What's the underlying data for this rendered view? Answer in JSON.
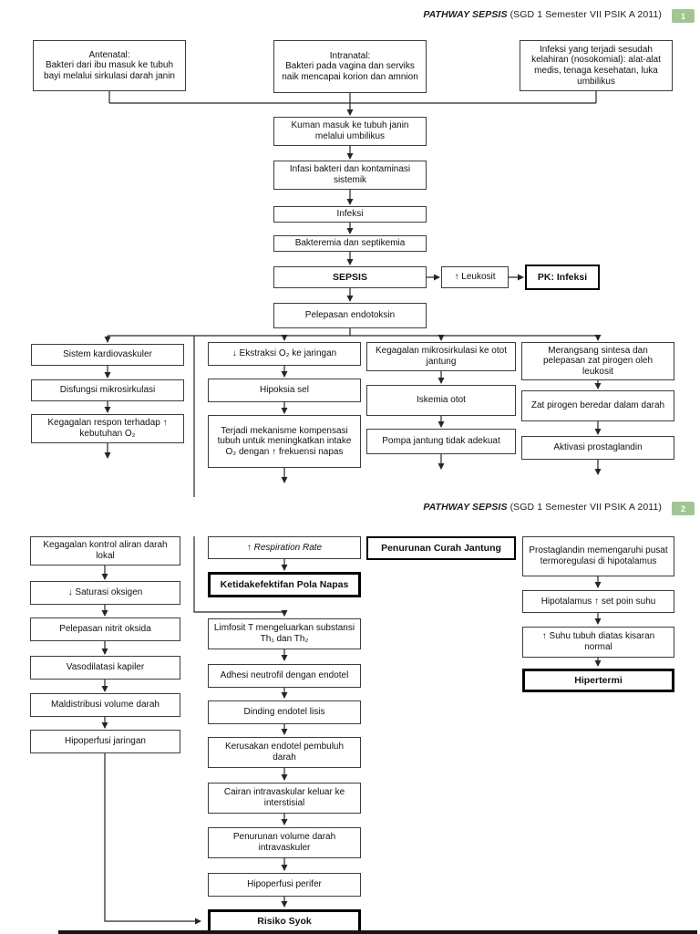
{
  "colors": {
    "badge_green": "#a0c694",
    "line": "#262626"
  },
  "page1": {
    "header": {
      "title": "PATHWAY SEPSIS",
      "subtitle": " (SGD 1 Semester VII PSIK A 2011)",
      "page_number": "1"
    },
    "sources": [
      {
        "label": "Antenatal:\nBakteri dari ibu masuk ke tubuh bayi melalui sirkulasi darah janin"
      },
      {
        "label": "Intranatal:\nBakteri pada vagina dan serviks naik mencapai korion dan amnion"
      },
      {
        "label": "Infeksi yang terjadi sesudah kelahiran (nosokomial): alat-alat medis, tenaga kesehatan, luka umbilikus"
      }
    ],
    "chain": [
      "Kuman masuk ke tubuh janin melalui umbilikus",
      "Infasi bakteri dan kontaminasi sistemik",
      "Infeksi",
      "Bakteremia dan septikemia"
    ],
    "sepsis_row": {
      "sepsis": "SEPSIS",
      "leukosit": "↑ Leukosit",
      "pk": "PK: Infeksi"
    },
    "endotoksin": "Pelepasan endotoksin",
    "columns": {
      "cardio": [
        "Sistem kardiovaskuler",
        "Disfungsi mikrosirkulasi",
        "Kegagalan respon terhadap ↑ kebutuhan O₂"
      ],
      "oxygen": [
        "↓ Ekstraksi O₂ ke jaringan",
        "Hipoksia sel",
        "Terjadi mekanisme kompensasi tubuh untuk meningkatkan intake O₂ dengan ↑ frekuensi napas"
      ],
      "heart": [
        "Kegagalan mikrosirkulasi ke otot jantung",
        "Iskemia otot",
        "Pompa jantung tidak adekuat"
      ],
      "pyrogen": [
        "Merangsang sintesa dan pelepasan zat pirogen oleh leukosit",
        "Zat pirogen beredar dalam darah",
        "Aktivasi prostaglandin"
      ]
    }
  },
  "page2": {
    "header": {
      "title": "PATHWAY SEPSIS",
      "subtitle": " (SGD 1 Semester VII PSIK A 2011)",
      "page_number": "2"
    },
    "flow_left": [
      "Kegagalan kontrol aliran darah lokal",
      "↓ Saturasi oksigen",
      "Pelepasan nitrit oksida",
      "Vasodilatasi kapiler",
      "Maldistribusi volume darah",
      "Hipoperfusi jaringan"
    ],
    "breathing": {
      "respiration": "↑ Respiration Rate",
      "diagnosis": "Ketidakefektifan Pola Napas"
    },
    "flow_center": [
      "Limfosit T mengeluarkan substansi Th₁ dan Th₂",
      "Adhesi neutrofil dengan endotel",
      "Dinding endotel lisis",
      "Kerusakan endotel pembuluh darah",
      "Cairan intravaskular keluar ke interstisial",
      "Penurunan volume darah intravaskuler",
      "Hipoperfusi perifer"
    ],
    "risiko": "Risiko Syok",
    "curah": "Penurunan Curah Jantung",
    "flow_right": [
      "Prostaglandin memengaruhi pusat termoregulasi di hipotalamus",
      "Hipotalamus ↑ set poin suhu",
      "↑ Suhu tubuh diatas kisaran normal"
    ],
    "hipertermi": "Hipertermi"
  }
}
